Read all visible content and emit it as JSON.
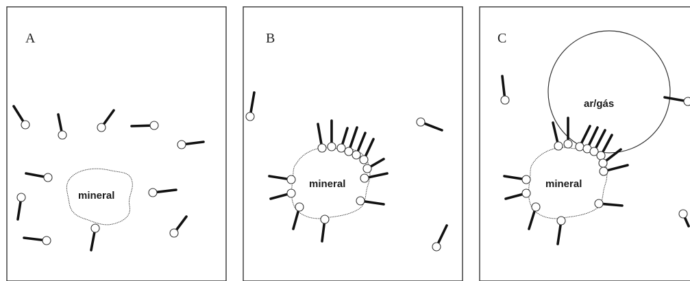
{
  "panels": [
    {
      "letter": "A",
      "label": "mineral"
    },
    {
      "letter": "B",
      "label": "mineral"
    },
    {
      "letter": "C",
      "label": "mineral",
      "bubble_label": "ar/gás"
    }
  ]
}
